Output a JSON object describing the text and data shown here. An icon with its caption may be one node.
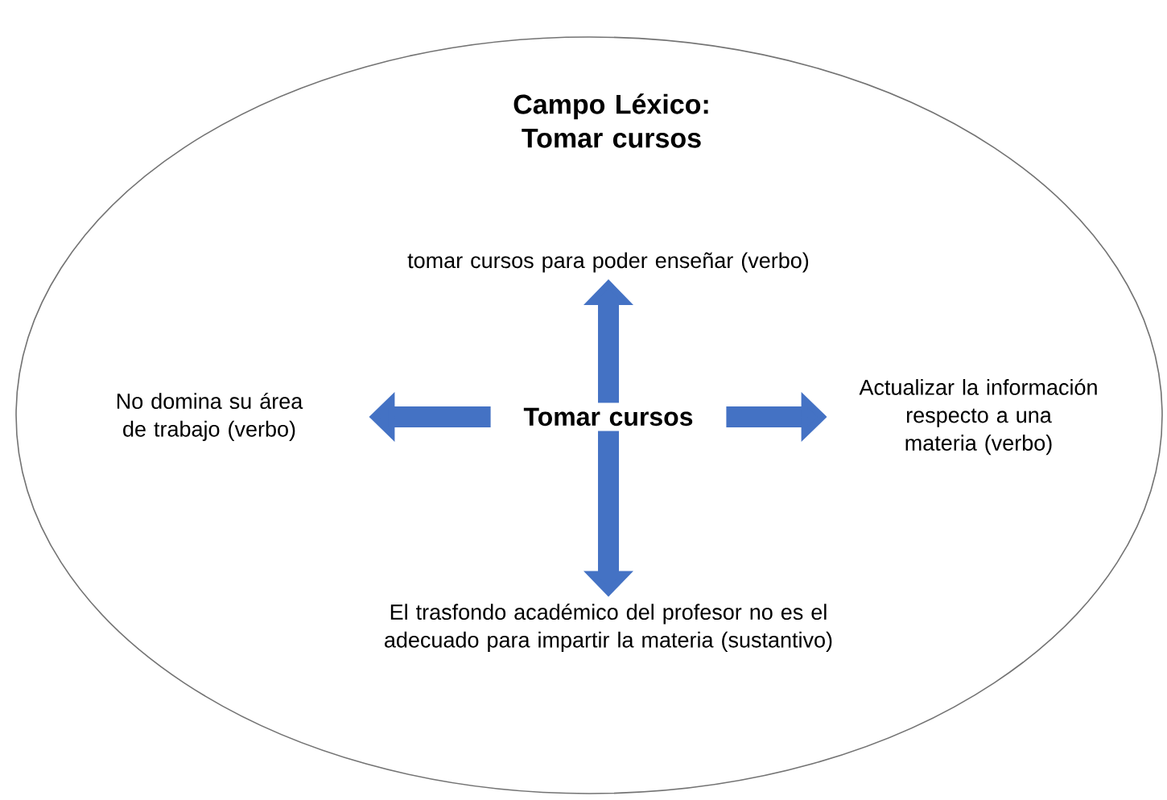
{
  "diagram": {
    "nodes": [
      {
        "text": [
          "Campo Léxico: Tomar cursos"
        ]
      },
      {
        "text": [
          "Tomar cursos"
        ],
        "in": 0
      },
      {
        "text": [
          "tomar cursos para poder enseñar (verbo)"
        ],
        "in": 0
      },
      {
        "text": [
          "No domina su área de trabajo (verbo)"
        ],
        "in": 0
      },
      {
        "text": [
          "Actualizar la información respecto a una materia (verbo)"
        ],
        "in": 0
      },
      {
        "text": [
          "El trasfondo académico del profesor no es el adecuado para impartir la materia (sustantivo)"
        ],
        "in": 0
      }
    ],
    "edges": [
      {
        "from": 1,
        "to": 2,
        "arrow": "to"
      },
      {
        "from": 1,
        "to": 3,
        "arrow": "to"
      },
      {
        "from": 1,
        "to": 4,
        "arrow": "to"
      },
      {
        "from": 1,
        "to": 5,
        "arrow": "to"
      }
    ]
  }
}
